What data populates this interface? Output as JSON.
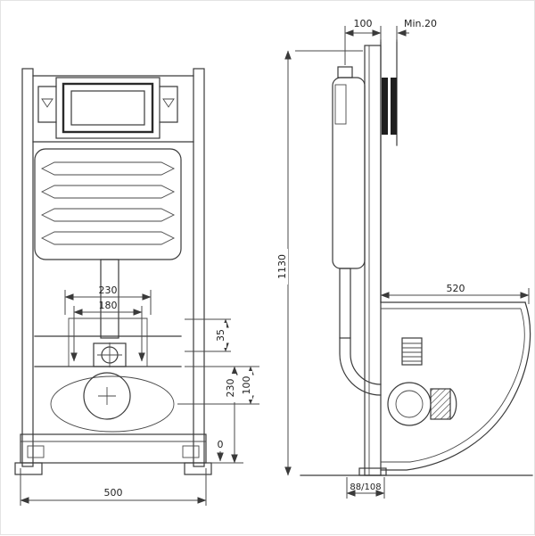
{
  "meta": {
    "background": "#ffffff",
    "line_color": "#3a3a3a",
    "dim_color": "#4a4a4a",
    "wall_fill": "#1e1e1e",
    "description": "Technical installation drawing of a concealed cistern WC mounting frame, front view and side view with dimensions in mm"
  },
  "front_view": {
    "bolt_spacing": "230",
    "plate_spacing": "180",
    "rail_offset": "35",
    "outlet_height": "230",
    "supply_height": "100",
    "floor_level": "0",
    "frame_width": "500"
  },
  "side_view": {
    "frame_depth": "100",
    "wall_min": "Min.20",
    "frame_height": "1130",
    "pan_depth": "520",
    "outlet_offset": "88/108"
  }
}
